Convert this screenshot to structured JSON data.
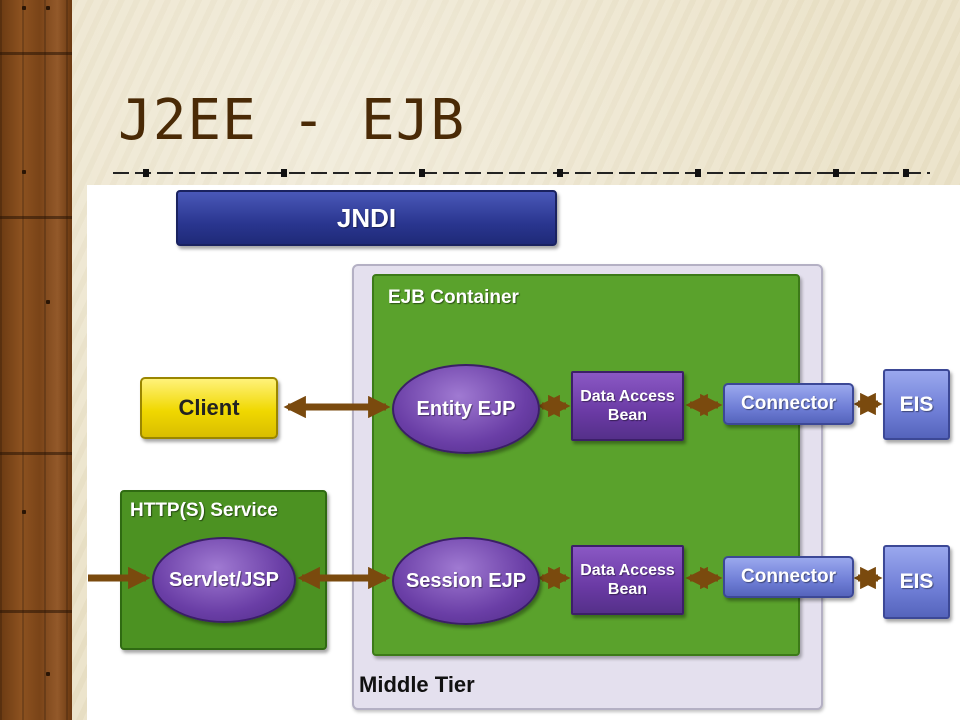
{
  "slide": {
    "title": "J2EE - EJB"
  },
  "diagram": {
    "jndi": "JNDI",
    "middle_tier": "Middle Tier",
    "ejb_container": "EJB Container",
    "http_service": "HTTP(S) Service",
    "client": "Client",
    "servlet_jsp": "Servlet/JSP",
    "entity_ejb": "Entity EJP",
    "session_ejb": "Session EJP",
    "data_access_bean_top": "Data Access\nBean",
    "data_access_bean_bottom": "Data Access\nBean",
    "connector_top": "Connector",
    "connector_bottom": "Connector",
    "eis_top": "EIS",
    "eis_bottom": "EIS"
  },
  "colors": {
    "arrow": "#7a4a0e",
    "title": "#4a2a06",
    "jndi": "#2a3690",
    "container_green": "#5aa22c",
    "client_yellow": "#f0d800",
    "ejb_purple": "#6a3ea6",
    "connector_blue": "#6f7ed6"
  }
}
